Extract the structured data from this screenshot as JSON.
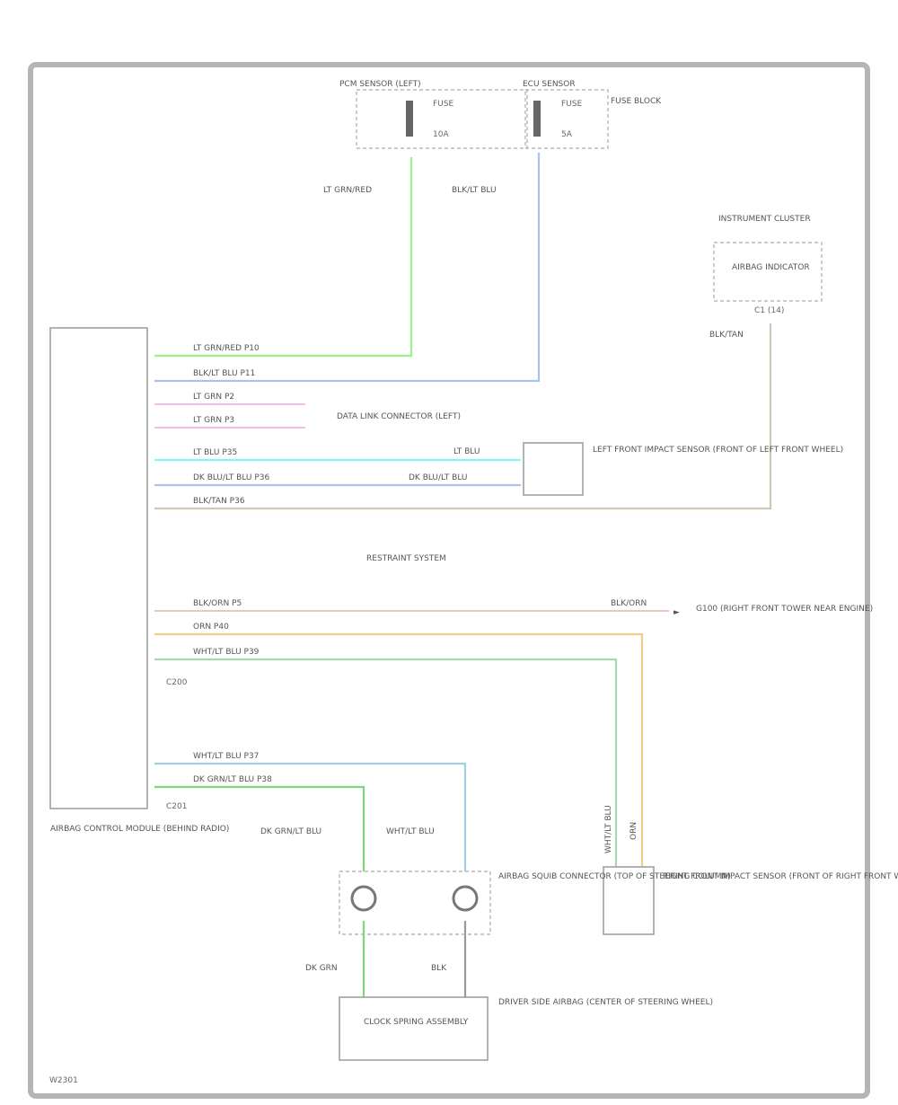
{
  "colors": {
    "lt_green": "#9df08a",
    "blue": "#a9c4ea",
    "pink": "#f3a6de",
    "cyan": "#8ef1f3",
    "tan": "#d0c8b2",
    "red": "#e5b4ae",
    "orange": "#f0cf88",
    "green": "#acd7b5",
    "dark_green": "#7fd77a",
    "light_blue": "#9fcfe0",
    "dark_grey": "#9a9a9a"
  },
  "labels": {
    "top_left_component": "PCM SENSOR (LEFT)",
    "top_right_component": "ECU SENSOR",
    "top_right_note": "FUSE BLOCK",
    "wire_lt_green_vertical": "LT GRN/RED",
    "wire_blue_vertical": "BLK/LT BLU",
    "pin_left_fuse_1": "FUSE",
    "pin_left_fuse_2": "10A",
    "pin_right_fuse_1": "FUSE",
    "pin_right_fuse_2": "5A",
    "top_right_connector_title": "INSTRUMENT CLUSTER",
    "top_right_connector_inner": "AIRBAG INDICATOR",
    "top_right_connector_pin": "C1 (14)",
    "wire_tan_vertical": "BLK/TAN",
    "row_1": "LT GRN/RED   P10",
    "row_2": "BLK/LT BLU   P11",
    "row_3": "LT GRN   P2",
    "row_4": "LT GRN   P3",
    "row_5": "LT BLU   P35",
    "row_6": "DK BLU/LT BLU   P36",
    "row_7": "BLK/TAN   P36",
    "connector_note": "DATA LINK CONNECTOR (LEFT)",
    "cyan_wire_label": "LT BLU",
    "blue_wire_label": "DK BLU/LT BLU",
    "left_front_sensor": "LEFT FRONT IMPACT SENSOR (FRONT OF LEFT FRONT WHEEL)",
    "center_note": "RESTRAINT SYSTEM",
    "row_8": "BLK/ORN   P5",
    "row_9": "ORN   P40",
    "row_10": "WHT/LT BLU   P39",
    "tag_c200": "C200",
    "red_wire_label": "BLK/ORN",
    "ground_note": "G100 (RIGHT FRONT TOWER NEAR ENGINE)",
    "row_11": "WHT/LT BLU   P37",
    "row_12": "DK GRN/LT BLU   P38",
    "tag_c201": "C201",
    "module_label": "AIRBAG CONTROL MODULE (BEHIND RADIO)",
    "dkgreen_wire_label": "DK GRN/LT BLU",
    "ltblue_wire_label": "WHT/LT BLU",
    "clockspring_label": "AIRBAG SQUIB CONNECTOR (TOP OF STEERING COLUMN)",
    "right_sensor_label": "RIGHT FRONT IMPACT SENSOR (FRONT OF RIGHT FRONT WHEEL)",
    "right_wire_1": "WHT/LT BLU",
    "right_wire_2": "ORN",
    "bottom_wire_1": "DK GRN",
    "bottom_wire_2": "BLK",
    "bottom_box": "CLOCK SPRING ASSEMBLY",
    "bottom_right_label": "DRIVER SIDE AIRBAG (CENTER OF STEERING WHEEL)",
    "footer_id": "W2301"
  }
}
